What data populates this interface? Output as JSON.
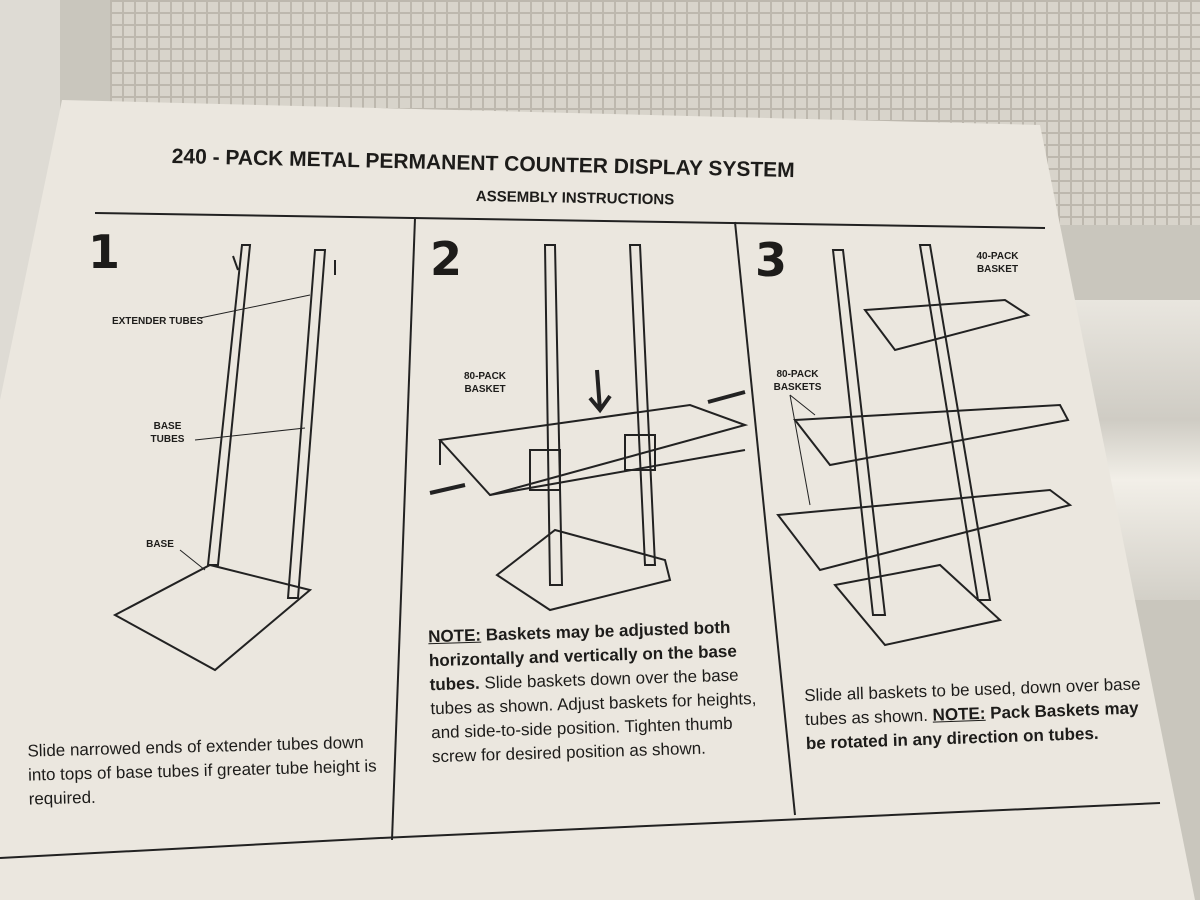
{
  "header": {
    "title": "240 - PACK METAL PERMANENT COUNTER DISPLAY SYSTEM",
    "subtitle": "ASSEMBLY INSTRUCTIONS"
  },
  "steps": [
    {
      "number": "1",
      "labels": {
        "extender": "EXTENDER TUBES",
        "base_tubes": "BASE TUBES",
        "base": "BASE"
      },
      "text": "Slide narrowed ends of extender tubes down into tops of base tubes if greater tube height is required."
    },
    {
      "number": "2",
      "labels": {
        "basket": "80-PACK BASKET"
      },
      "note_label": "NOTE:",
      "note_bold": "Baskets may be adjusted both horizontally and vertically on the base tubes.",
      "text": "Slide baskets down over the base tubes as shown. Adjust baskets for heights, and side-to-side position. Tighten thumb screw for desired position as shown."
    },
    {
      "number": "3",
      "labels": {
        "basket40": "40-PACK BASKET",
        "basket80": "80-PACK BASKETS"
      },
      "text": "Slide all baskets to be used, down over base tubes as shown.",
      "note_label": "NOTE:",
      "note_bold": "Pack Baskets may be rotated in any direction on tubes."
    }
  ]
}
